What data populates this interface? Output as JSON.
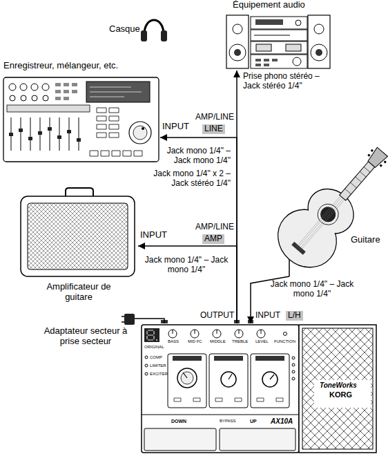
{
  "diagram": {
    "nodes": [
      {
        "text": [
          "Équipement audio"
        ]
      },
      {
        "text": [
          "Casque"
        ]
      },
      {
        "text": [
          "Enregistreur, mélangeur, etc."
        ]
      },
      {
        "text": [
          "Amplificateur de guitare"
        ]
      },
      {
        "text": [
          "Guitare"
        ]
      },
      {
        "text": [
          "ToneWorks",
          "KORG",
          "AX10A"
        ]
      },
      {
        "text": [
          "Adaptateur secteur à prise secteur"
        ]
      }
    ],
    "edges": [
      {
        "from": 5,
        "to": 0,
        "arrow": "to",
        "label": "Prise phono stéréo – Jack stéréo 1/4\""
      },
      {
        "from": 5,
        "to": 2,
        "arrow": "to",
        "label": "Jack mono 1/4\" – Jack mono 1/4\""
      },
      {
        "from": 5,
        "to": 3,
        "arrow": "to",
        "label": "Jack mono 1/4\" – Jack mono 1/4\""
      },
      {
        "from": 4,
        "to": 5,
        "arrow": "to",
        "label": "Jack mono 1/4\" – Jack mono 1/4\""
      },
      {
        "from": 6,
        "to": 5,
        "arrow": "none"
      }
    ],
    "labels": [
      "INPUT",
      "AMP/LINE",
      "LINE",
      "Jack mono 1/4\" x 2 – Jack stéréo 1/4\"",
      "INPUT",
      "AMP/LINE",
      "AMP",
      "OUTPUT",
      "INPUT",
      "L/H",
      "ORIGINAL",
      "BASS",
      "MID FC",
      "MIDDLE",
      "TREBLE",
      "LEVEL",
      "FUNCTION",
      "COMP",
      "LIMITER",
      "EXCITER",
      "DOWN",
      "BYPASS",
      "UP"
    ]
  }
}
